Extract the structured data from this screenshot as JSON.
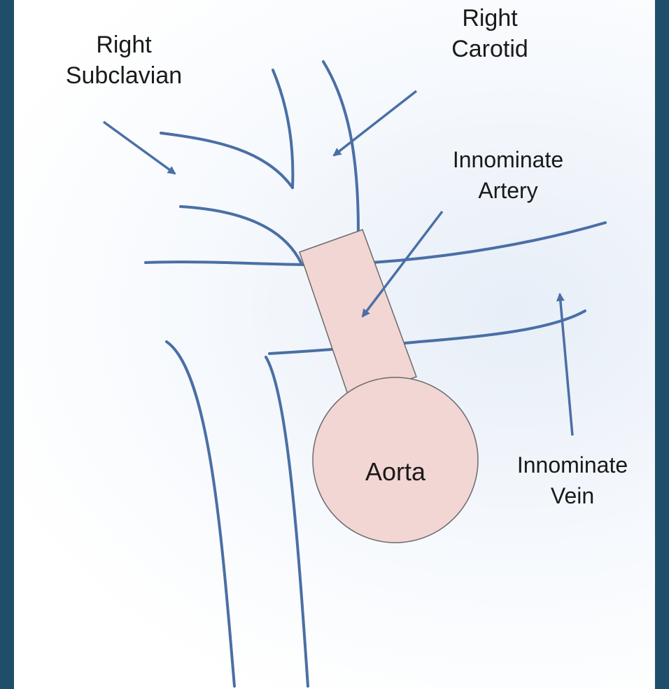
{
  "labels": {
    "right_subclavian": [
      "Right",
      "Subclavian"
    ],
    "right_carotid": [
      "Right",
      "Carotid"
    ],
    "innominate_artery": [
      "Innominate",
      "Artery"
    ],
    "aorta": "Aorta",
    "innominate_vein": [
      "Innominate",
      "Vein"
    ]
  },
  "colors": {
    "frame": "#1f4e6b",
    "vessel_stroke": "#4a6fa5",
    "artery_fill": "#f2d6d3",
    "artery_stroke": "#6b6b6b",
    "text": "#1a1a1a"
  }
}
